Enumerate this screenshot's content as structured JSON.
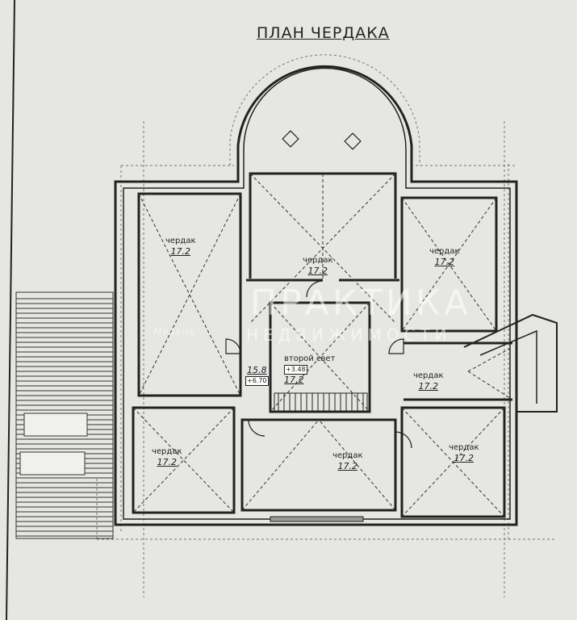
{
  "title": "ПЛАН ЧЕРДАКА",
  "rooms": [
    {
      "name": "чердак",
      "area": "17.2"
    },
    {
      "name": "чердак",
      "area": "17.2"
    },
    {
      "name": "чердак",
      "area": "17.2"
    },
    {
      "name": "второй свет",
      "area": "17.2",
      "level": "+3.48"
    },
    {
      "name": "чердак",
      "area": "17.2"
    },
    {
      "name": "чердак",
      "area": "17.2"
    },
    {
      "name": "чердак",
      "area": "17.2"
    },
    {
      "name": "чердак",
      "area": "17.2"
    }
  ],
  "hall": {
    "area": "15.8",
    "level": "+6.70"
  },
  "watermark": {
    "line1": "ПРАКТИКА",
    "line2": "НЕДВИЖИМОСТИ",
    "logo": "Мезень"
  }
}
